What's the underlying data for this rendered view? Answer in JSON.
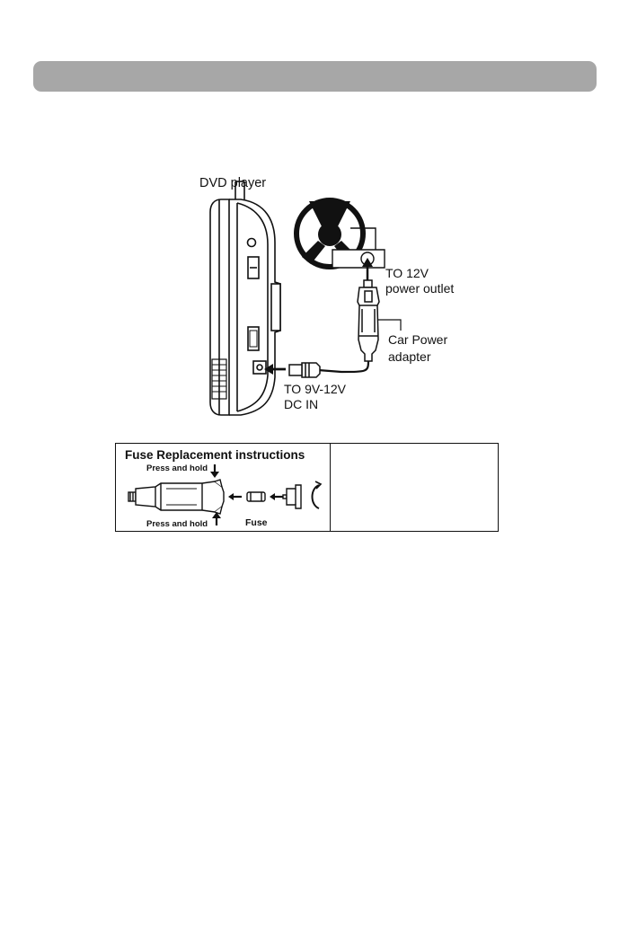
{
  "labels": {
    "dvd_player": "DVD player",
    "to_12v_line1": "TO 12V",
    "to_12v_line2": "power outlet",
    "car_power_line1": "Car Power",
    "car_power_line2": "adapter",
    "to_dc_in_line1": "TO 9V-12V",
    "to_dc_in_line2": "DC IN"
  },
  "fuse_panel": {
    "title": "Fuse Replacement instructions",
    "press_hold_top": "Press and hold",
    "press_hold_bottom": "Press and hold",
    "fuse_label": "Fuse",
    "right_panel_text": ""
  },
  "icons": [
    "dvd-player-icon",
    "steering-wheel-icon",
    "car-adapter-plug-icon",
    "dc-plug-icon",
    "fuse-icon",
    "fuse-cap-icon"
  ],
  "colors": {
    "header_bar": "#a7a7a7",
    "line_art": "#111111",
    "background": "#ffffff"
  }
}
